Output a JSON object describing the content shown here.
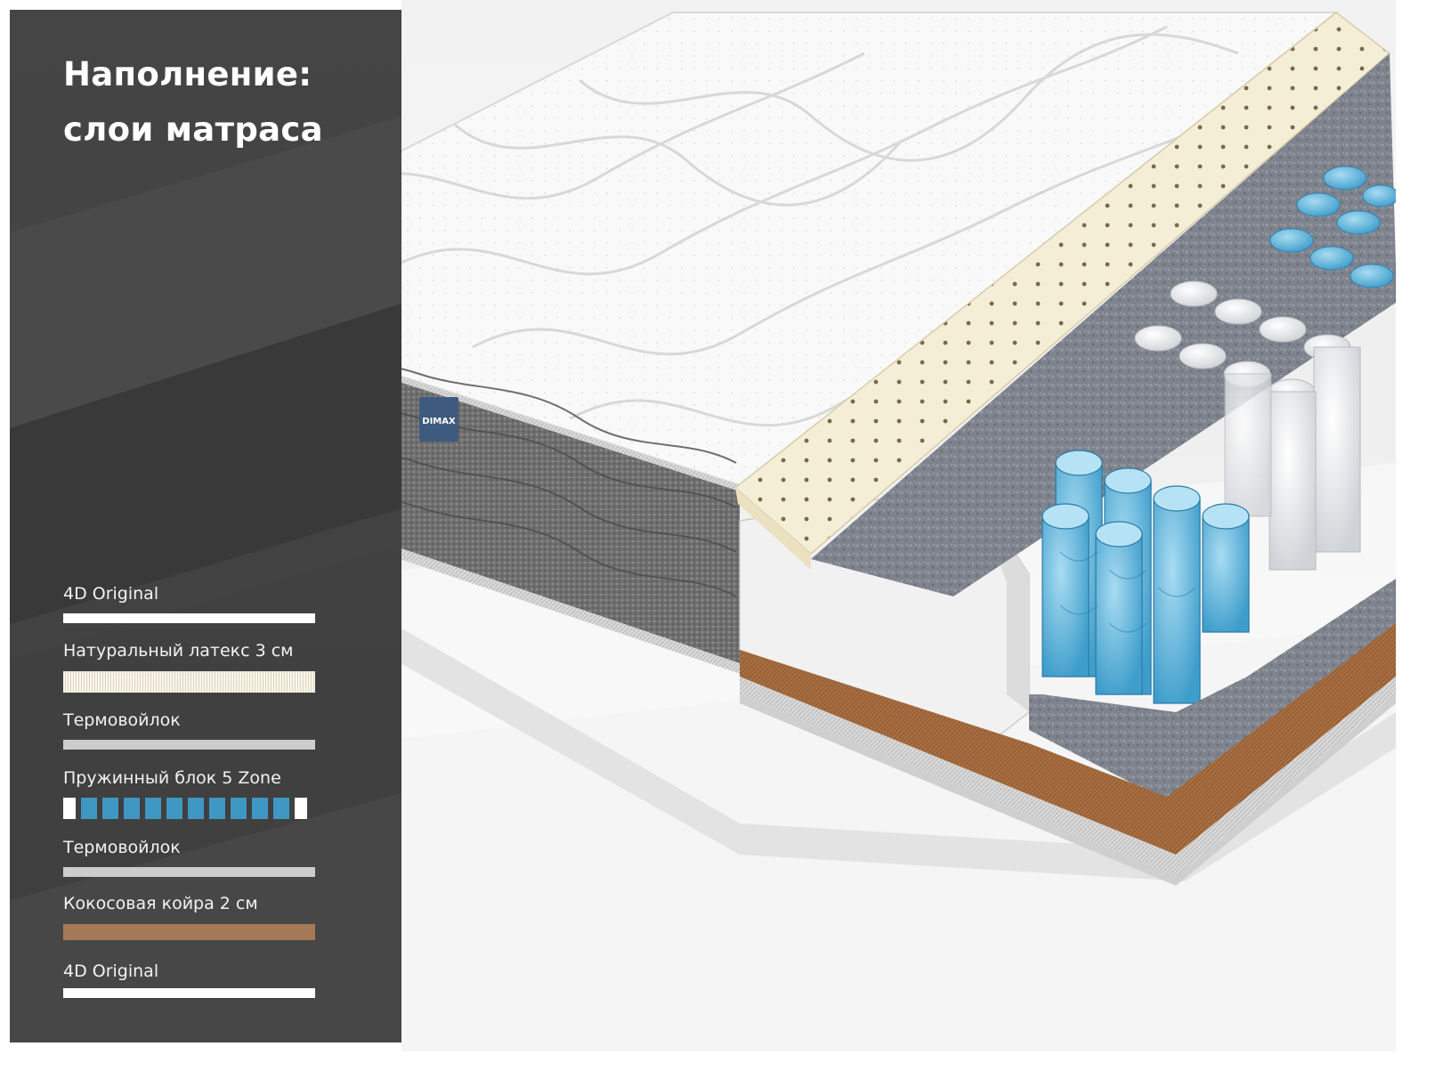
{
  "title": {
    "line1": "Наполнение:",
    "line2": "слои матраса"
  },
  "brand": {
    "logo": "DIMAX"
  },
  "layers": [
    {
      "label": "4D Original",
      "swatch": "white"
    },
    {
      "label": "Натуральный латекс 3 см",
      "swatch": "latex"
    },
    {
      "label": "Термовойлок",
      "swatch": "grey"
    },
    {
      "label": "Пружинный блок 5 Zone",
      "swatch": "spring"
    },
    {
      "label": "Термовойлок",
      "swatch": "grey"
    },
    {
      "label": "Кокосовая койра 2 см",
      "swatch": "coconut"
    },
    {
      "label": "4D Original",
      "swatch": "white"
    }
  ],
  "colors": {
    "panel": "#444444",
    "white_layer": "#ffffff",
    "latex": "#f7f4e8",
    "felt": "#cccccc",
    "spring_blue": "#3f97c4",
    "coconut": "#a57957",
    "label_badge": "#3e5a7e"
  }
}
